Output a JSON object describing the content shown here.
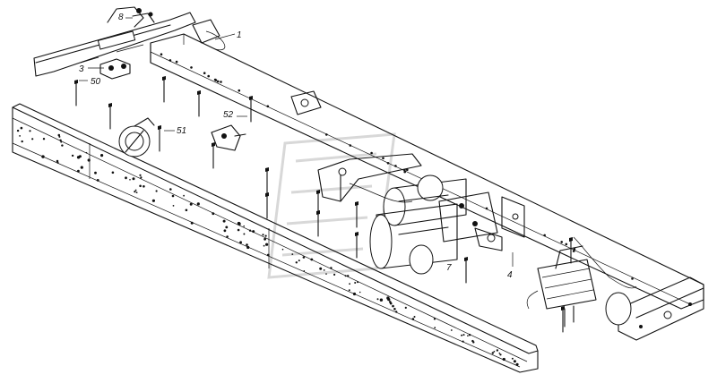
{
  "labels": {
    "l1": "1",
    "l3": "3",
    "l4": "4",
    "l7": "7",
    "l8": "8",
    "l50": "50",
    "l51": "51",
    "l52": "52"
  }
}
